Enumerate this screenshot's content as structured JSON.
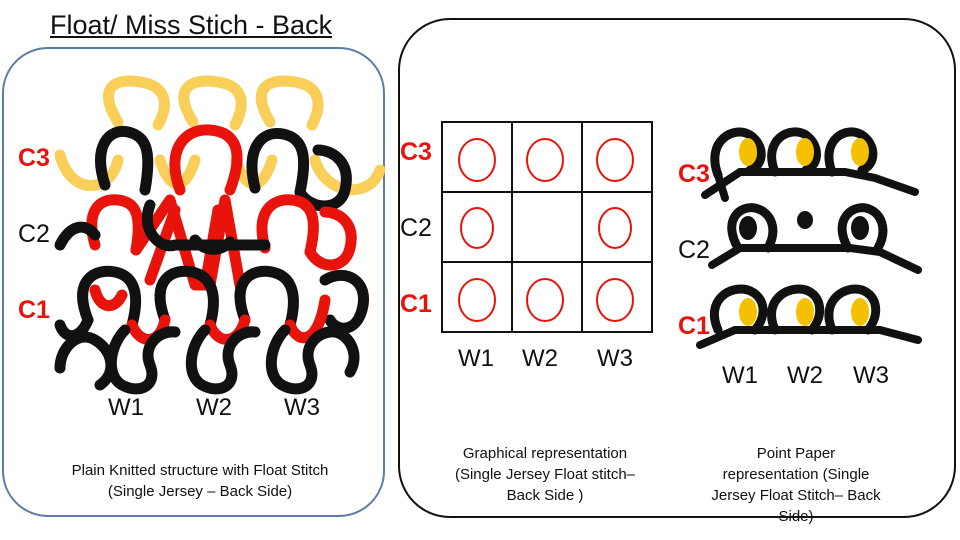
{
  "title": "Float/ Miss Stich -  Back",
  "left_panel": {
    "course_labels": [
      "C3",
      "C2",
      "C1"
    ],
    "wale_labels": [
      "W1",
      "W2",
      "W3"
    ],
    "caption_line1": "Plain Knitted structure with Float Stitch",
    "caption_line2": "(Single Jersey – Back Side)"
  },
  "middle_panel": {
    "course_labels": [
      "C3",
      "C2",
      "C1"
    ],
    "wale_labels": [
      "W1",
      "W2",
      "W3"
    ],
    "grid": [
      [
        "loop",
        "loop",
        "loop"
      ],
      [
        "loop",
        "float",
        "loop"
      ],
      [
        "loop",
        "loop",
        "loop"
      ]
    ],
    "caption_line1": "Graphical representation",
    "caption_line2": "(Single Jersey Float stitch–",
    "caption_line3": "Back Side )"
  },
  "right_panel": {
    "course_labels": [
      "C3",
      "C2",
      "C1"
    ],
    "wale_labels": [
      "W1",
      "W2",
      "W3"
    ],
    "caption_line1": "Point Paper",
    "caption_line2": "representation (Single",
    "caption_line3": "Jersey Float Stitch– Back",
    "caption_line4": "Side)"
  },
  "colors": {
    "course3": "#f9cf5a",
    "course2": "#e8140c",
    "course1": "#111111",
    "accent_dot": "#f5c000",
    "panel_border_left": "#5b7da6"
  }
}
